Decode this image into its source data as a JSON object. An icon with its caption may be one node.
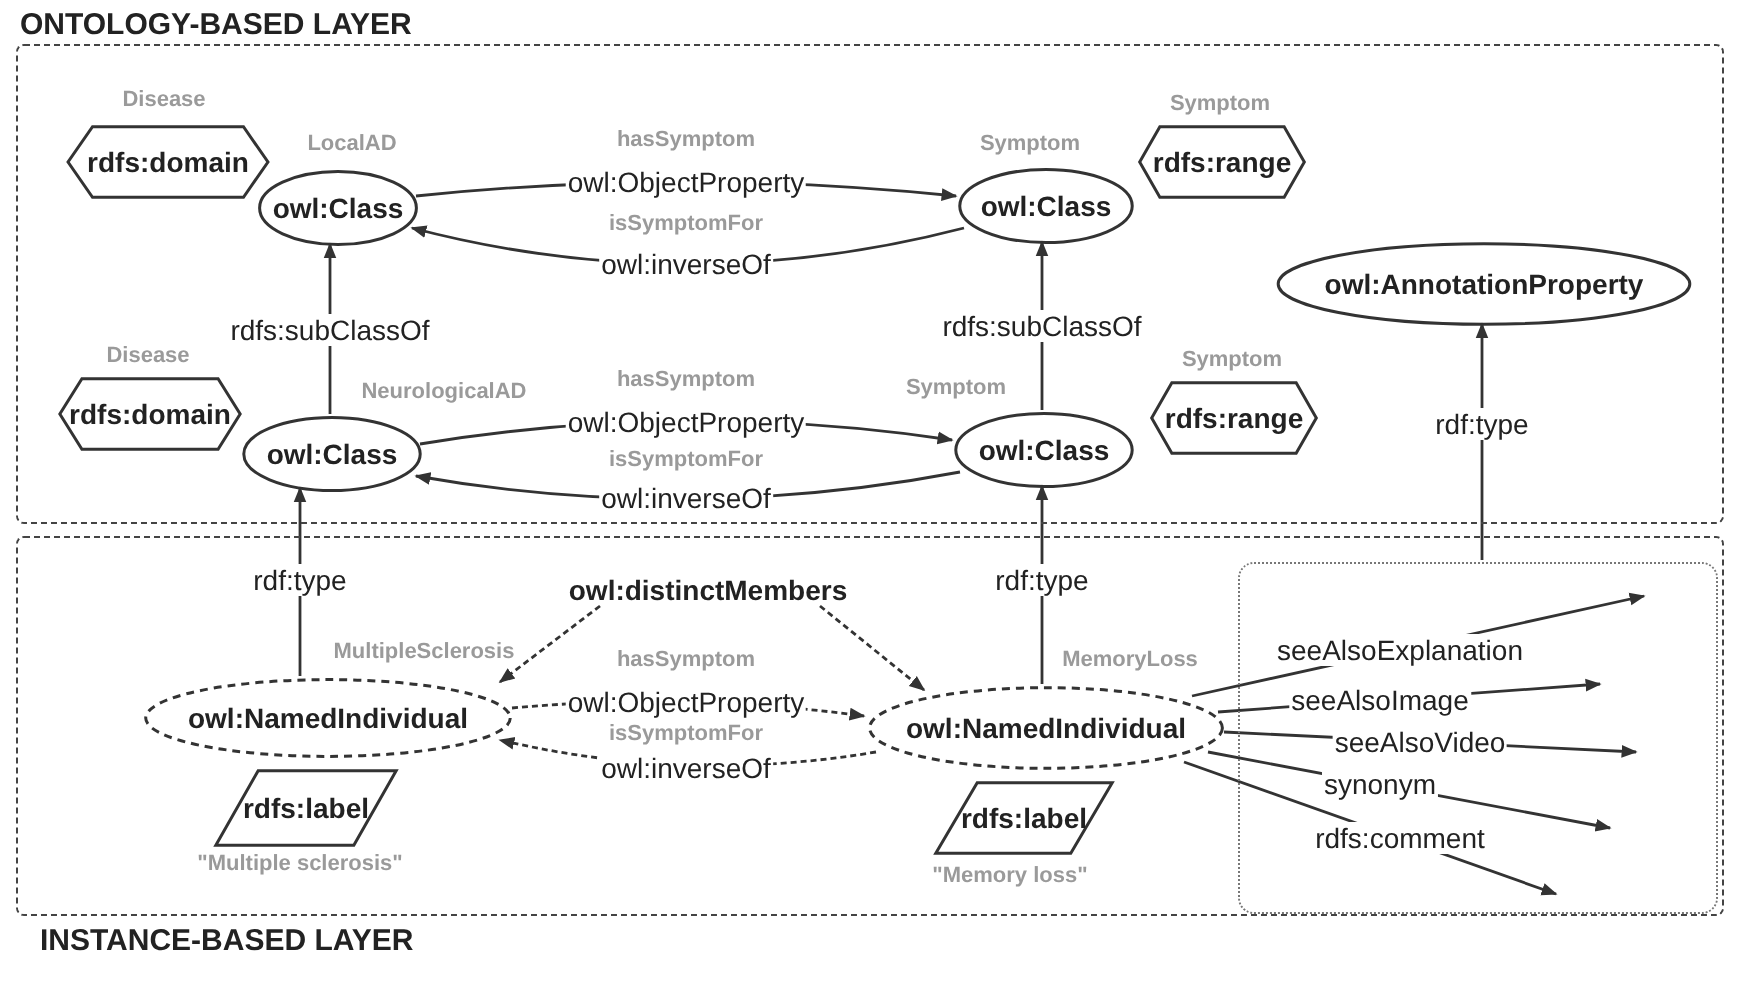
{
  "diagram": {
    "nodes": [
      {
        "text": [
          "ONTOLOGY-BASED LAYER"
        ]
      },
      {
        "text": [
          "owl:Class"
        ],
        "beside": [
          "LocalAD"
        ],
        "in": 0
      },
      {
        "text": [
          "rdfs:domain"
        ],
        "beside": [
          "Disease"
        ],
        "in": 0
      },
      {
        "text": [
          "owl:Class"
        ],
        "beside": [
          "Symptom"
        ],
        "in": 0
      },
      {
        "text": [
          "rdfs:range"
        ],
        "beside": [
          "Symptom"
        ],
        "in": 0
      },
      {
        "text": [
          "owl:Class"
        ],
        "beside": [
          "NeurologicalAD"
        ],
        "in": 0
      },
      {
        "text": [
          "rdfs:domain"
        ],
        "beside": [
          "Disease"
        ],
        "in": 0
      },
      {
        "text": [
          "owl:Class"
        ],
        "beside": [
          "Symptom"
        ],
        "in": 0
      },
      {
        "text": [
          "rdfs:range"
        ],
        "beside": [
          "Symptom"
        ],
        "in": 0
      },
      {
        "text": [
          "owl:AnnotationProperty"
        ],
        "in": 0
      },
      {
        "text": [
          "INSTANCE-BASED LAYER"
        ]
      },
      {
        "text": [
          "owl:distinctMembers"
        ],
        "in": 10
      },
      {
        "text": [
          "owl:NamedIndividual"
        ],
        "beside": [
          "MultipleSclerosis"
        ],
        "in": 10
      },
      {
        "text": [
          "owl:NamedIndividual"
        ],
        "beside": [
          "MemoryLoss"
        ],
        "in": 10
      },
      {
        "text": [
          "rdfs:label"
        ],
        "beside": [
          "\"Multiple sclerosis\""
        ],
        "in": 10
      },
      {
        "text": [
          "rdfs:label"
        ],
        "beside": [
          "\"Memory loss\""
        ],
        "in": 10
      },
      {
        "text": [],
        "shape": "box",
        "in": 10
      }
    ],
    "edges": [
      {
        "from": 1,
        "to": 3,
        "arrow": "to",
        "label": "owl:ObjectProperty"
      },
      {
        "from": 3,
        "to": 1,
        "arrow": "to",
        "label": "owl:inverseOf"
      },
      {
        "from": 5,
        "to": 1,
        "arrow": "to",
        "label": "rdfs:subClassOf"
      },
      {
        "from": 7,
        "to": 3,
        "arrow": "to",
        "label": "rdfs:subClassOf"
      },
      {
        "from": 5,
        "to": 7,
        "arrow": "to",
        "label": "owl:ObjectProperty"
      },
      {
        "from": 7,
        "to": 5,
        "arrow": "to",
        "label": "owl:inverseOf"
      },
      {
        "from": 16,
        "to": 9,
        "arrow": "to",
        "label": "rdf:type"
      },
      {
        "from": 12,
        "to": 5,
        "arrow": "to",
        "label": "rdf:type"
      },
      {
        "from": 13,
        "to": 7,
        "arrow": "to",
        "label": "rdf:type"
      },
      {
        "from": 11,
        "to": 12,
        "arrow": "to",
        "style": "dashed"
      },
      {
        "from": 11,
        "to": 13,
        "arrow": "to",
        "style": "dashed"
      },
      {
        "from": 12,
        "to": 13,
        "arrow": "to",
        "style": "dashed",
        "label": "owl:ObjectProperty"
      },
      {
        "from": 13,
        "to": 12,
        "arrow": "to",
        "style": "dashed",
        "label": "owl:inverseOf"
      },
      {
        "from": 13,
        "to": 16,
        "arrow": "to",
        "label": "seeAlsoExplanation"
      },
      {
        "from": 13,
        "to": 16,
        "arrow": "to",
        "label": "seeAlsoImage"
      },
      {
        "from": 13,
        "to": 16,
        "arrow": "to",
        "label": "seeAlsoVideo"
      },
      {
        "from": 13,
        "to": 16,
        "arrow": "to",
        "label": "synonym"
      },
      {
        "from": 13,
        "to": 16,
        "arrow": "to",
        "label": "rdfs:comment"
      }
    ],
    "labels": [
      "hasSymptom",
      "isSymptomFor",
      "hasSymptom",
      "isSymptomFor",
      "hasSymptom",
      "isSymptomFor"
    ]
  }
}
